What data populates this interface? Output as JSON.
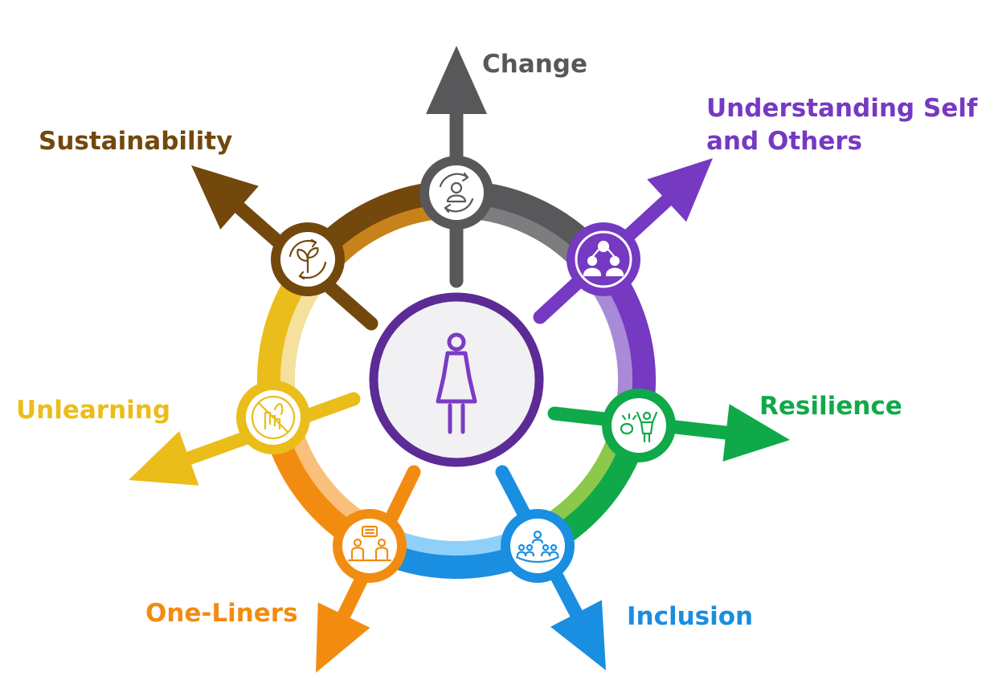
{
  "diagram": {
    "center": {
      "icon": "person-icon"
    },
    "segments": [
      {
        "key": "change",
        "label_lines": [
          "Change"
        ],
        "color": "#58585a",
        "light": "#7d7d7f",
        "icon": "person-cycle-icon"
      },
      {
        "key": "understanding",
        "label_lines": [
          "Understanding Self",
          "and Others"
        ],
        "color": "#7639c2",
        "light": "#a98ad8",
        "icon": "two-people-connection-icon"
      },
      {
        "key": "resilience",
        "label_lines": [
          "Resilience"
        ],
        "color": "#10a94a",
        "light": "#8cc84b",
        "icon": "celebrating-people-icon"
      },
      {
        "key": "inclusion",
        "label_lines": [
          "Inclusion"
        ],
        "color": "#1a8ee0",
        "light": "#8fd0fa",
        "icon": "group-people-icon"
      },
      {
        "key": "one-liners",
        "label_lines": [
          "One-Liners"
        ],
        "color": "#f28c10",
        "light": "#f8c07a",
        "icon": "conversation-icon"
      },
      {
        "key": "unlearning",
        "label_lines": [
          "Unlearning"
        ],
        "color": "#ebbd1a",
        "light": "#f5e09e",
        "icon": "no-learning-icon"
      },
      {
        "key": "sustainability",
        "label_lines": [
          "Sustainability"
        ],
        "color": "#73480d",
        "light": "#c8821a",
        "icon": "plant-cycle-icon"
      }
    ]
  }
}
